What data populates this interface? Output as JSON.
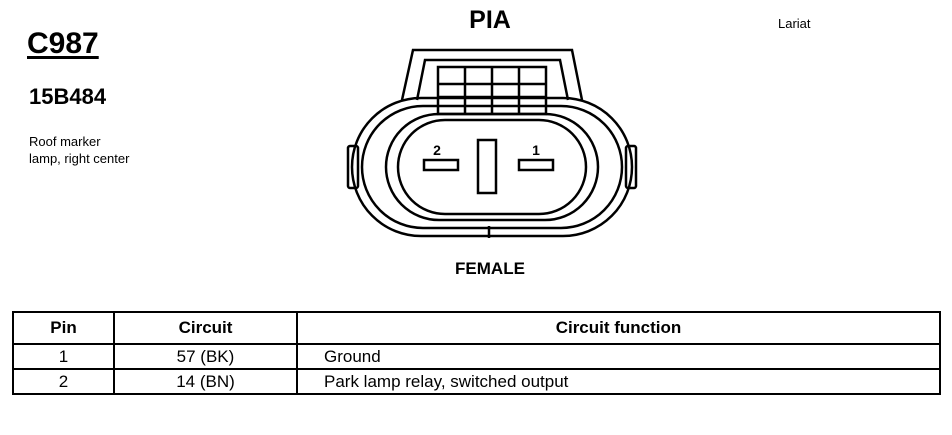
{
  "connector": {
    "id": "C987",
    "part_number": "15B484",
    "description_line1": "Roof marker",
    "description_line2": "lamp, right center",
    "harness": "PIA",
    "variant": "Lariat",
    "gender": "FEMALE",
    "pin_labels": [
      "2",
      "1"
    ]
  },
  "table": {
    "headers": {
      "pin": "Pin",
      "circuit": "Circuit",
      "function": "Circuit function"
    },
    "rows": [
      {
        "pin": "1",
        "circuit": "57 (BK)",
        "function": "Ground"
      },
      {
        "pin": "2",
        "circuit": "14 (BN)",
        "function": "Park lamp relay, switched output"
      }
    ]
  }
}
